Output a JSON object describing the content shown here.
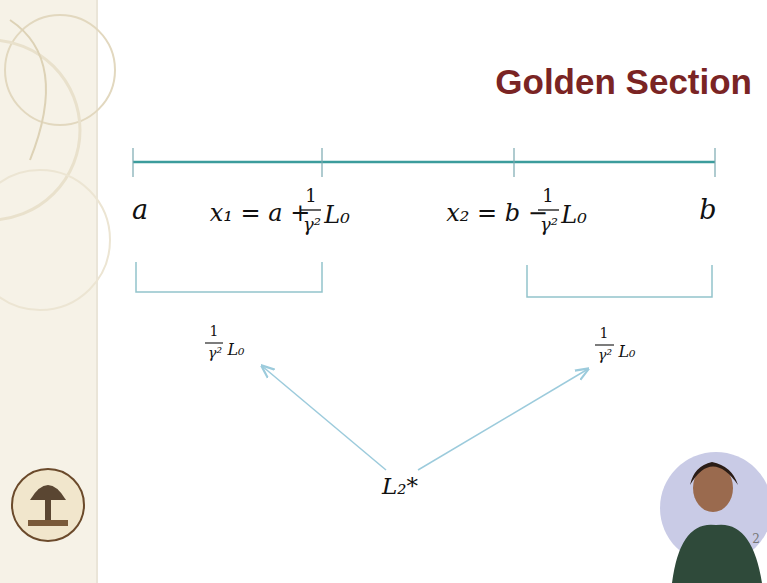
{
  "diagram": {
    "title": "Golden Section",
    "labels": [
      "a",
      "x₁ = a +",
      "1",
      "γ²",
      "L₀",
      "x₂ = b −",
      "1",
      "γ²",
      "L₀",
      "b",
      "1",
      "γ²",
      "L₀",
      "1",
      "γ²",
      "L₀",
      "L₂*",
      "2"
    ]
  }
}
